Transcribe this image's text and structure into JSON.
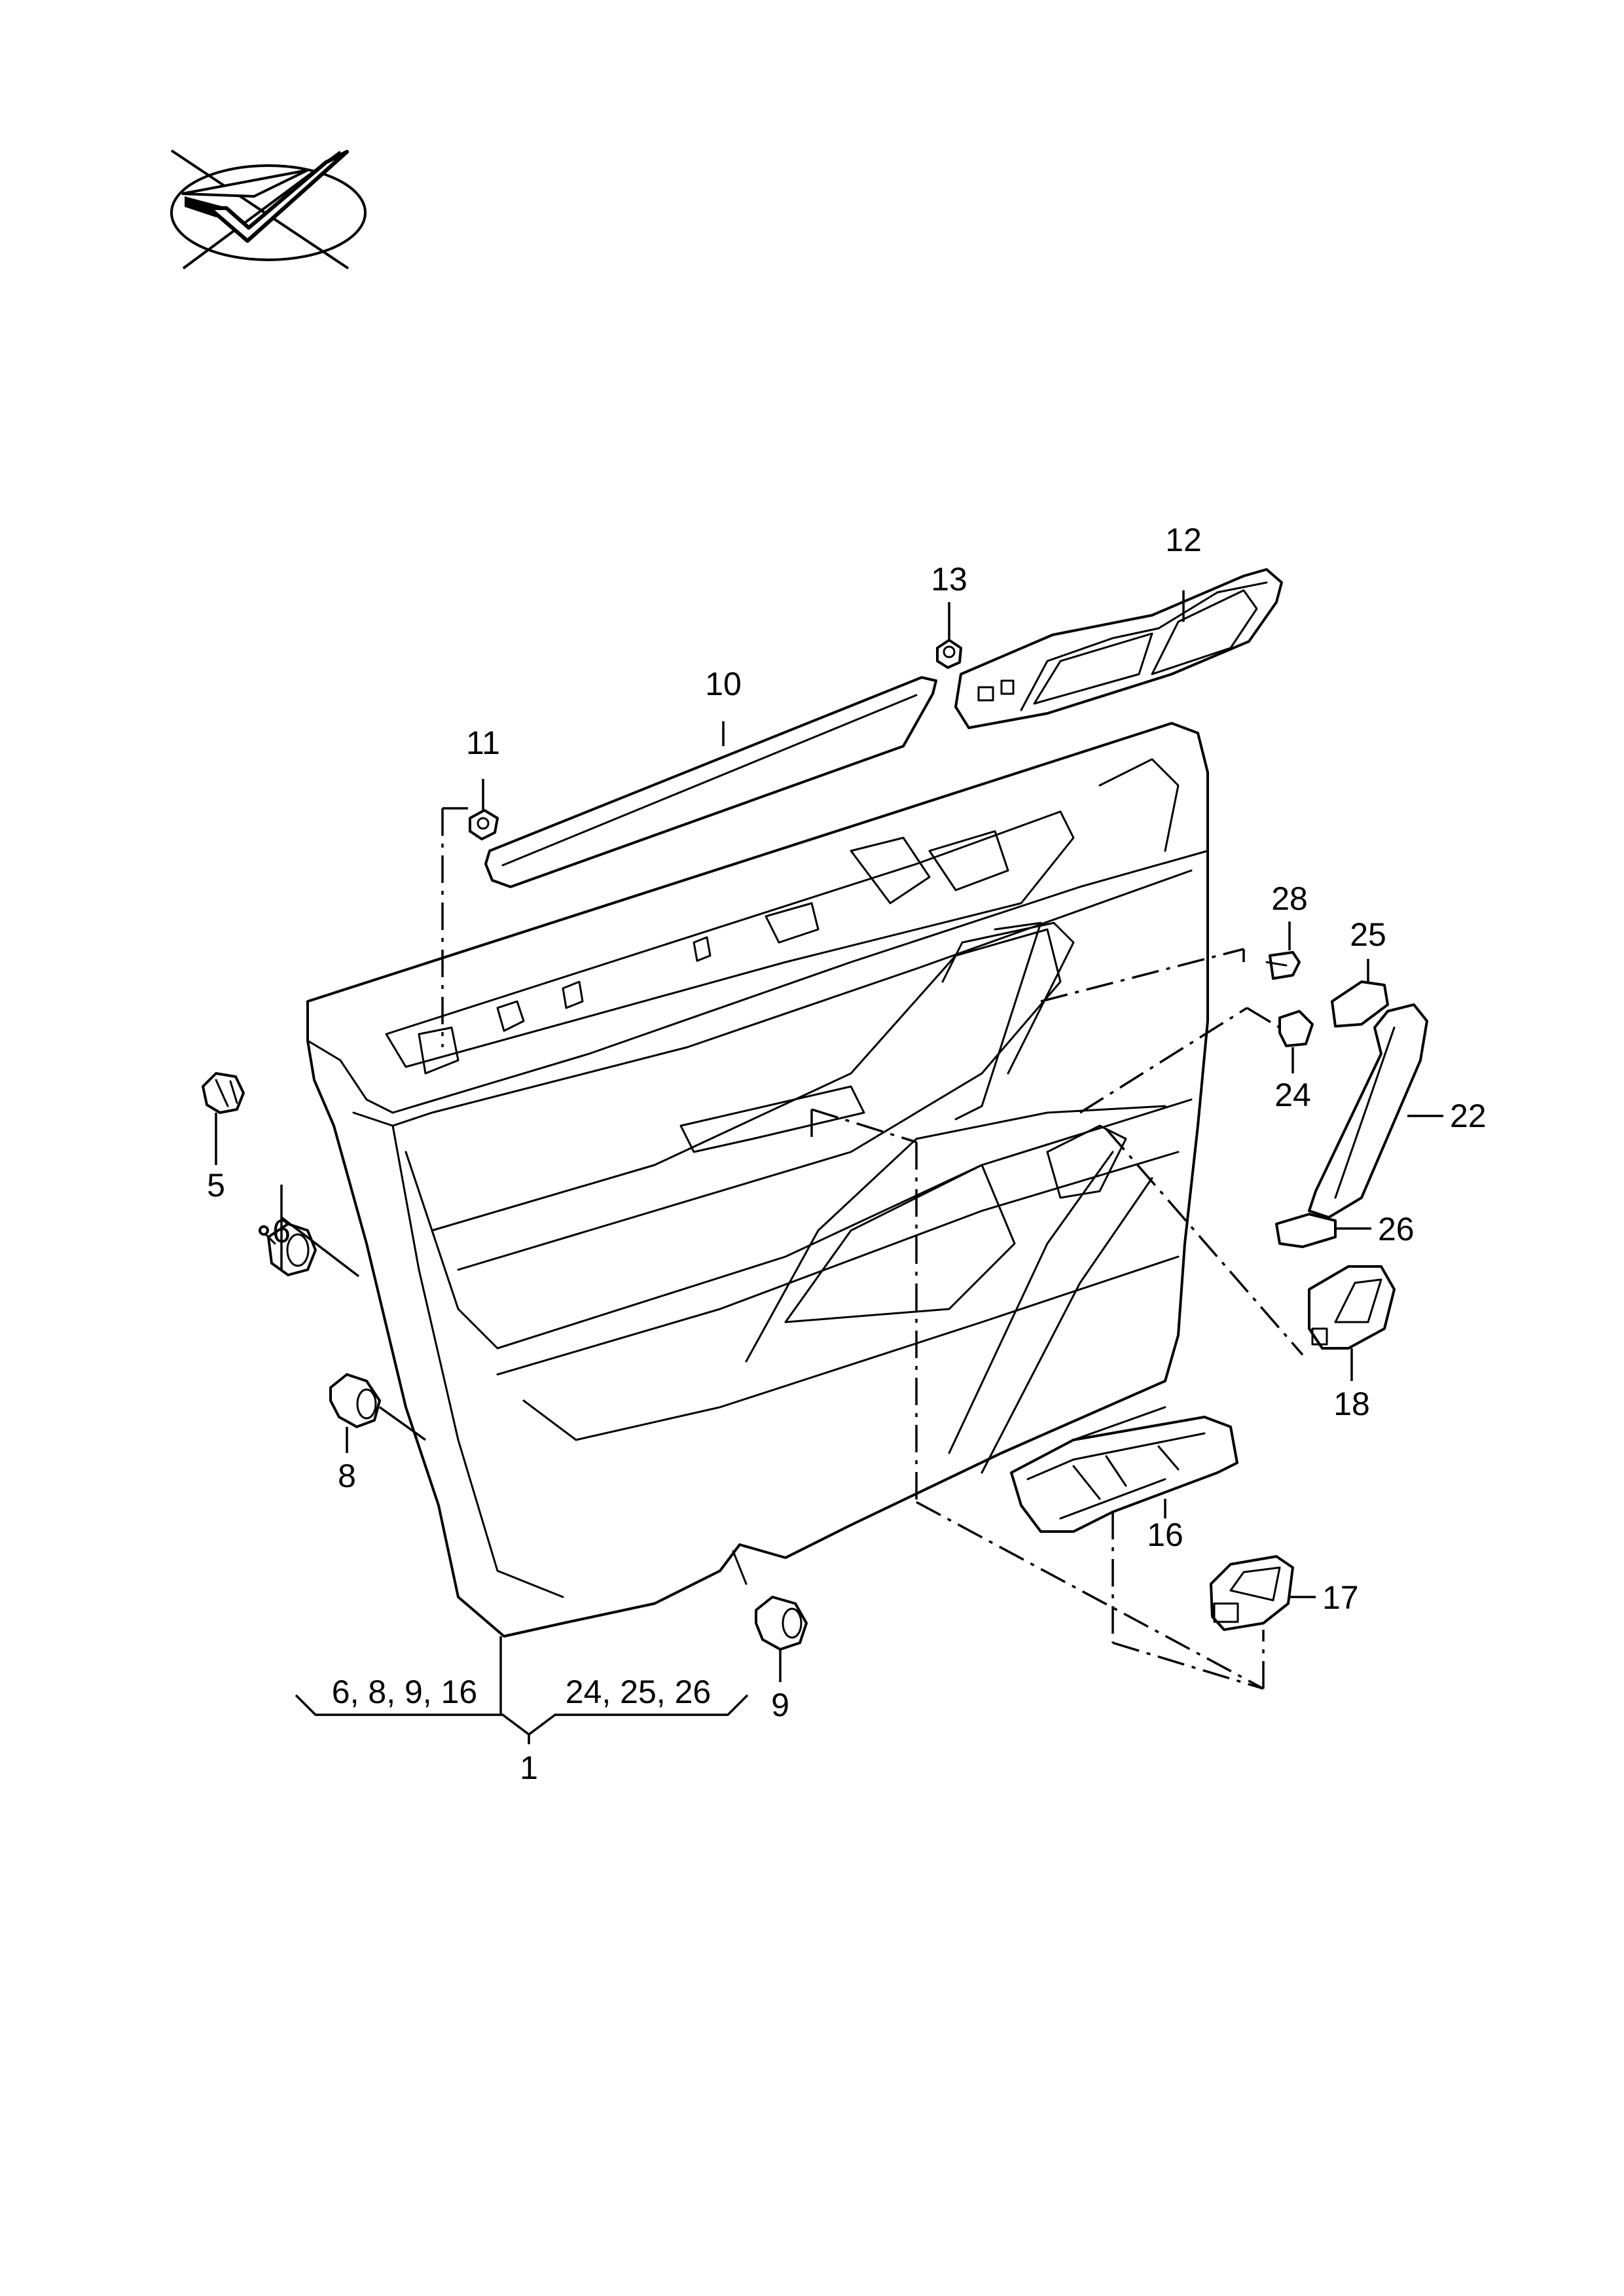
{
  "callouts": {
    "c1": "1",
    "c5": "5",
    "c6": "6",
    "c8": "8",
    "c9": "9",
    "c10": "10",
    "c11": "11",
    "c12": "12",
    "c13": "13",
    "c16": "16",
    "c17": "17",
    "c18": "18",
    "c22": "22",
    "c24": "24",
    "c25": "25",
    "c26": "26",
    "c28": "28"
  },
  "group_labels": {
    "left": "6, 8, 9, 16",
    "right": "24, 25, 26"
  },
  "colors": {
    "line": "#000000",
    "background": "#ffffff"
  },
  "icons": {
    "top_left_symbol": "checkmark-ellipse-logo"
  }
}
